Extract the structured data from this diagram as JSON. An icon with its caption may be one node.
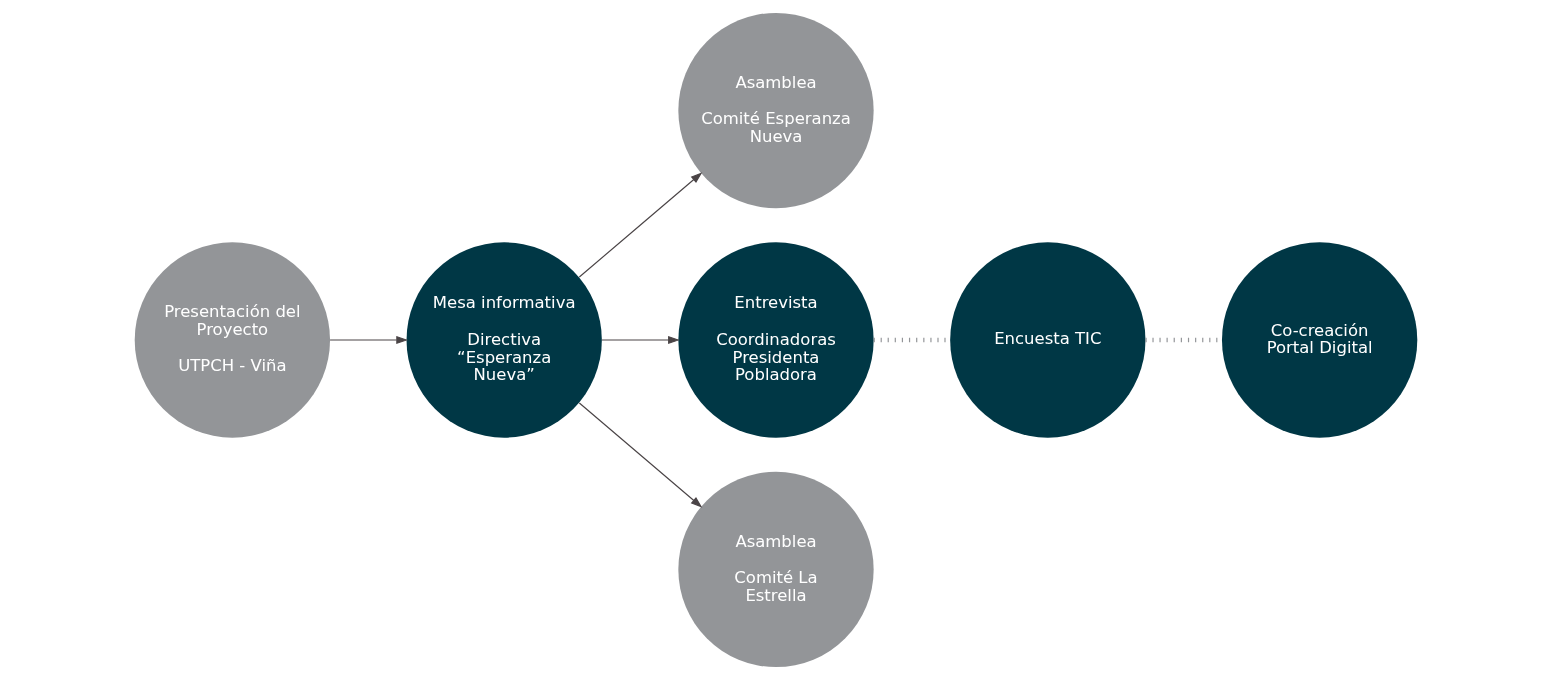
{
  "diagram": {
    "nodes": [
      {
        "text": [
          "Presentación del Proyecto",
          "UTPCH - Viña"
        ]
      },
      {
        "text": [
          "Mesa informativa",
          "Directiva “Esperanza Nueva”"
        ]
      },
      {
        "text": [
          "Asamblea",
          "Comité Esperanza Nueva"
        ]
      },
      {
        "text": [
          "Entrevista",
          "Coordinadoras Presidenta Pobladora"
        ]
      },
      {
        "text": [
          "Asamblea",
          "Comité La Estrella"
        ]
      },
      {
        "text": [
          "Encuesta TIC"
        ]
      },
      {
        "text": [
          "Co-creación Portal Digital"
        ]
      }
    ],
    "edges": [
      {
        "from": 0,
        "to": 1,
        "arrow": "to"
      },
      {
        "from": 1,
        "to": 2,
        "arrow": "to"
      },
      {
        "from": 1,
        "to": 3,
        "arrow": "to"
      },
      {
        "from": 1,
        "to": 4,
        "arrow": "to"
      },
      {
        "from": 3,
        "to": 5,
        "arrow": "none",
        "style": "dashed",
        "color": "#939598"
      },
      {
        "from": 5,
        "to": 6,
        "arrow": "none",
        "style": "dashed",
        "color": "#939598"
      }
    ]
  }
}
